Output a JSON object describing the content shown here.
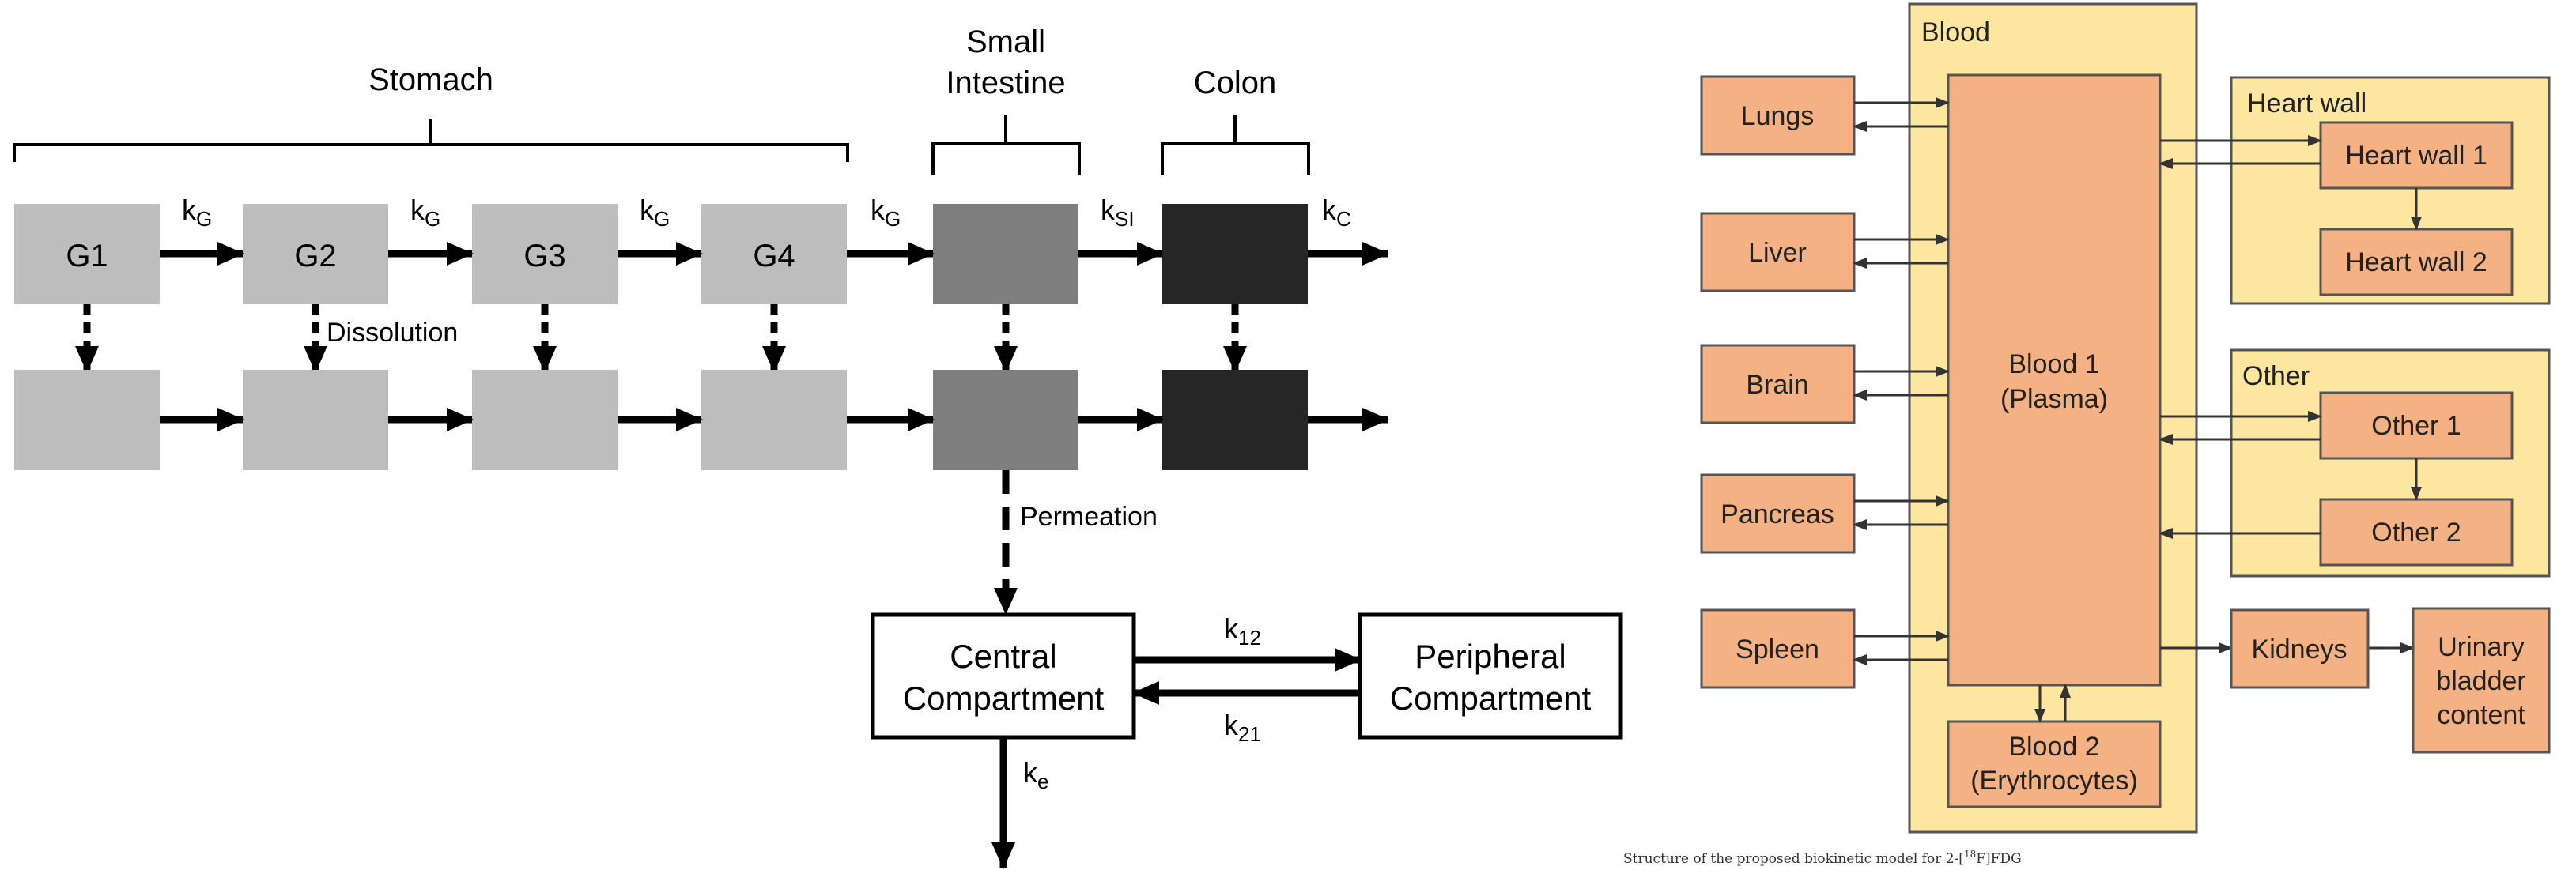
{
  "left_diagram": {
    "regions": {
      "stomach": "Stomach",
      "small_intestine_line1": "Small",
      "small_intestine_line2": "Intestine",
      "colon": "Colon"
    },
    "stomach_compartments": [
      "G1",
      "G2",
      "G3",
      "G4"
    ],
    "rate_constants": {
      "k_letter": "k",
      "gastric_sub": "G",
      "small_intestine_sub": "SI",
      "colon_sub": "C",
      "k12_sub": "12",
      "k21_sub": "21",
      "ke_sub": "e"
    },
    "process_labels": {
      "dissolution": "Dissolution",
      "permeation": "Permeation"
    },
    "pk_compartments": {
      "central_line1": "Central",
      "central_line2": "Compartment",
      "peripheral_line1": "Peripheral",
      "peripheral_line2": "Compartment"
    },
    "colors": {
      "stomach_box": "#bdbdbd",
      "small_intestine_box": "#7f7f7f",
      "colon_box": "#262626",
      "arrow": "#000000"
    }
  },
  "right_diagram": {
    "groups": {
      "blood": "Blood",
      "heart_wall": "Heart wall",
      "other": "Other"
    },
    "organs": [
      "Lungs",
      "Liver",
      "Brain",
      "Pancreas",
      "Spleen"
    ],
    "blood_compartments": {
      "blood1_line1": "Blood 1",
      "blood1_line2": "(Plasma)",
      "blood2_line1": "Blood 2",
      "blood2_line2": "(Erythrocytes)"
    },
    "heart_wall_compartments": [
      "Heart wall 1",
      "Heart wall 2"
    ],
    "other_compartments": [
      "Other 1",
      "Other 2"
    ],
    "kidneys": "Kidneys",
    "urinary_bladder": [
      "Urinary",
      "bladder",
      "content"
    ],
    "caption": {
      "main": "Structure of the proposed biokinetic model for 2-[",
      "superscript": "18",
      "tail": "F]FDG"
    },
    "colors": {
      "group_fill": "#fde6a0",
      "group_stroke": "#555555",
      "organ_fill": "#f4b183",
      "organ_stroke": "#555555"
    }
  }
}
